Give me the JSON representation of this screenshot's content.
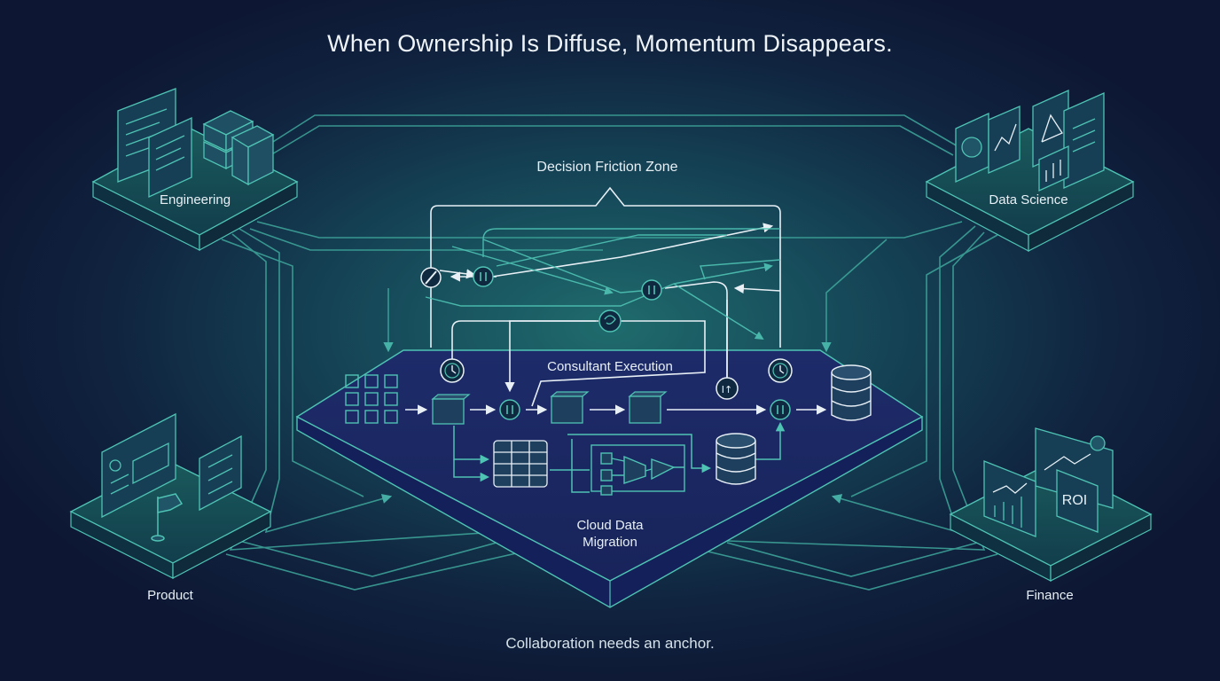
{
  "title": "When Ownership Is Diffuse, Momentum Disappears.",
  "zones": {
    "friction": "Decision Friction Zone",
    "consultant": "Consultant Execution",
    "migration_line1": "Cloud Data",
    "migration_line2": "Migration"
  },
  "teams": {
    "engineering": "Engineering",
    "data_science": "Data Science",
    "product": "Product",
    "finance": "Finance"
  },
  "icons": {
    "finance_roi": "ROI",
    "conflict_glyph": "I↑"
  },
  "footer": "Collaboration needs an anchor.",
  "colors": {
    "background": "#0f1a3a",
    "line": "#4fc3b4",
    "platform": "#1c2a68",
    "text": "#e8f0f6"
  }
}
